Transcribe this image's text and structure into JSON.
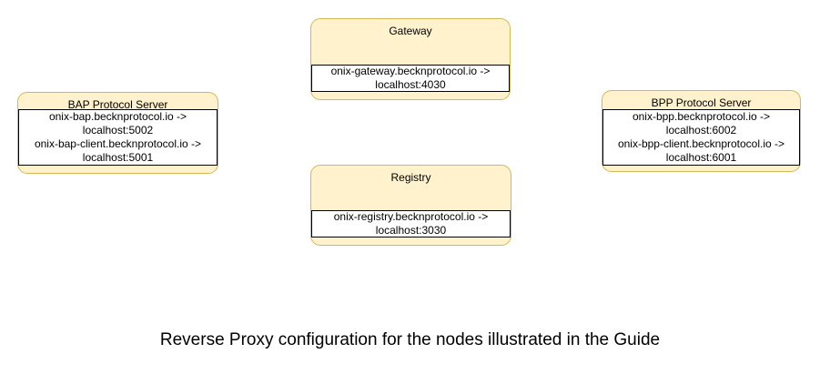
{
  "diagram": {
    "caption": "Reverse Proxy configuration for the nodes illustrated in the Guide",
    "colors": {
      "node_fill": "#FFF2CC",
      "node_border": "#D6B656",
      "mapping_fill": "#FFFFFF",
      "mapping_border": "#000000",
      "background": "#FFFFFF"
    },
    "nodes": [
      {
        "id": "gateway",
        "title": "Gateway",
        "lines": [
          "onix-gateway.becknprotocol.io ->",
          "localhost:4030"
        ]
      },
      {
        "id": "bap-protocol-server",
        "title": "BAP Protocol Server",
        "lines": [
          "onix-bap.becknprotocol.io ->",
          "localhost:5002",
          "onix-bap-client.becknprotocol.io ->",
          "localhost:5001"
        ]
      },
      {
        "id": "bpp-protocol-server",
        "title": "BPP Protocol Server",
        "lines": [
          "onix-bpp.becknprotocol.io ->",
          "localhost:6002",
          "onix-bpp-client.becknprotocol.io ->",
          "localhost:6001"
        ]
      },
      {
        "id": "registry",
        "title": "Registry",
        "lines": [
          "onix-registry.becknprotocol.io ->",
          "localhost:3030"
        ]
      }
    ]
  }
}
